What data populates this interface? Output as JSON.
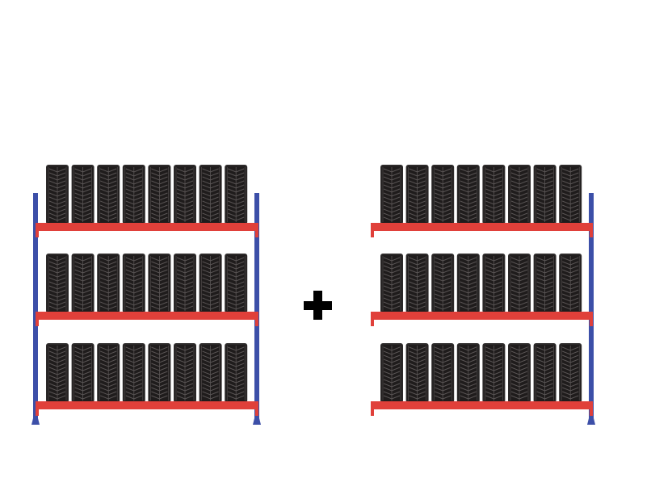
{
  "colors": {
    "background": "#ffffff",
    "upright": "#3c4fa8",
    "beam": "#e0403a",
    "tire": "#2d2a2a",
    "tire_shade": "#1f1c1c",
    "tread": "#5a5555",
    "plus": "#000000"
  },
  "icons": {
    "plus": "plus-icon",
    "tire": "tire-icon"
  },
  "racks": [
    {
      "name": "starter-bay",
      "levels": 3,
      "tires_per_level": 8,
      "uprights": "both"
    },
    {
      "name": "add-on-bay",
      "levels": 3,
      "tires_per_level": 8,
      "uprights": "right"
    }
  ]
}
